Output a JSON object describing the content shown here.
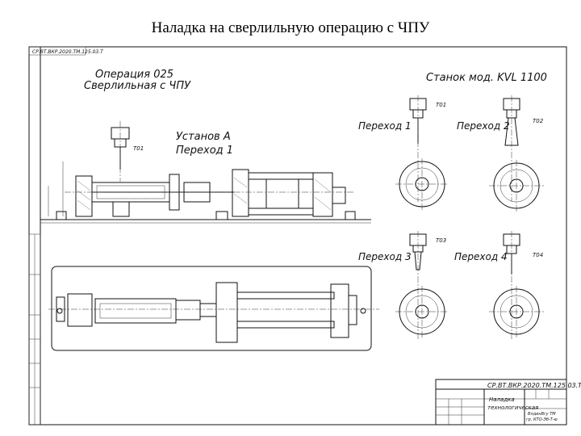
{
  "slide": {
    "title": "Наладка на сверлильную операцию с ЧПУ"
  },
  "drawing": {
    "frame_code_rotated": "СР.ВТ.ВКР.2020.ТМ.125.03.Т",
    "operation_line1": "Операция 025",
    "operation_line2": "Сверлильная с ЧПУ",
    "machine": "Станок мод. KVL 1100",
    "setup_line1": "Установ А",
    "setup_line2": "Переход 1",
    "tool_main": "Т01",
    "transitions": [
      {
        "label": "Переход 1",
        "tool": "Т01"
      },
      {
        "label": "Переход 2",
        "tool": "Т02"
      },
      {
        "label": "Переход 3",
        "tool": "Т03"
      },
      {
        "label": "Переход 4",
        "tool": "Т04"
      }
    ],
    "title_block": {
      "designation": "СР.ВТ.ВКР.2020.ТМ.125.03.Т",
      "name_line1": "Наладка",
      "name_line2": "технологическая",
      "org_line1": "ВлдинВгу ТМ",
      "org_line2": "гр. КТО-Эб-Т-ю"
    }
  }
}
